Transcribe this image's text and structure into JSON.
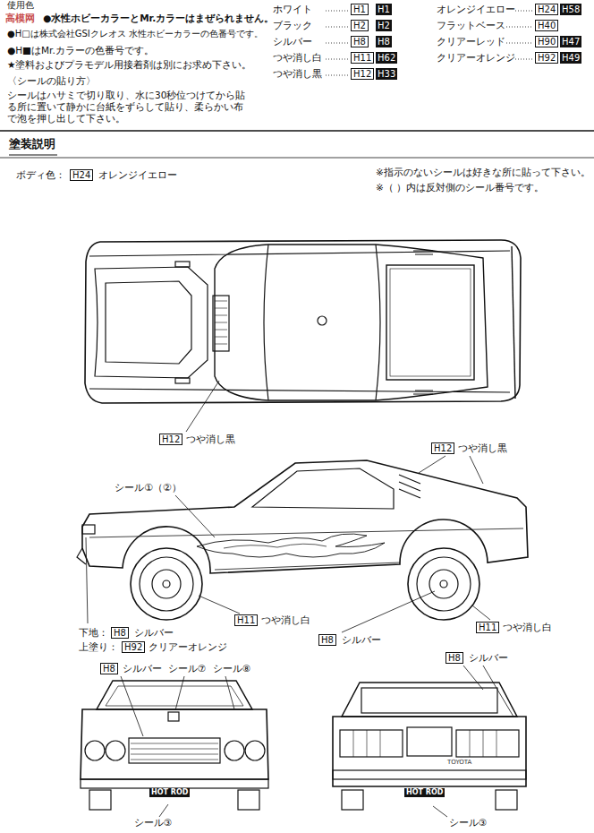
{
  "diagram": {
    "labels": [
      "使用色",
      "●水性ホビーカラーとMr.カラーはまぜられません。",
      "●H□は株式会社GSIクレオス 水性ホビーカラーの色番号です。",
      "●H■はMr.カラーの色番号です。",
      "★塗料およびプラモデル用接着剤は別にお求め下さい。",
      "〈シールの貼り方〉",
      "シールはハサミで切り取り、水に30秒位つけてから貼る所に置いて静かに台紙をずらして貼り、柔らかい布で泡を押し出して下さい。",
      "ホワイト",
      "H1",
      "H1",
      "ブラック",
      "H2",
      "H2",
      "シルバー",
      "H8",
      "H8",
      "つや消し白",
      "H11",
      "H62",
      "つや消し黒",
      "H12",
      "H33",
      "オレンジイエロー",
      "H24",
      "H58",
      "フラットベース",
      "H40",
      "クリアーレッド",
      "H90",
      "H47",
      "クリアーオレンジ",
      "H92",
      "H49",
      "塗装説明",
      "ボディ色：",
      "H24",
      "オレンジイエロー",
      "※指示のないシールは好きな所に貼って下さい。",
      "※（ ）内は反対側のシール番号です。",
      "H12",
      "つや消し黒",
      "H12",
      "つや消し黒",
      "シール①（②）",
      "下地：",
      "H8",
      "シルバー",
      "上塗り：",
      "H92",
      "クリアーオレンジ",
      "H11",
      "つや消し白",
      "H8",
      "シルバー",
      "H11",
      "つや消し白",
      "H8",
      "シルバー",
      "シール⑦",
      "シール⑧",
      "シール③",
      "H8",
      "シルバー",
      "シール③",
      "HOT ROD",
      "HOT ROD",
      "TOYOTA",
      "高模网"
    ]
  }
}
